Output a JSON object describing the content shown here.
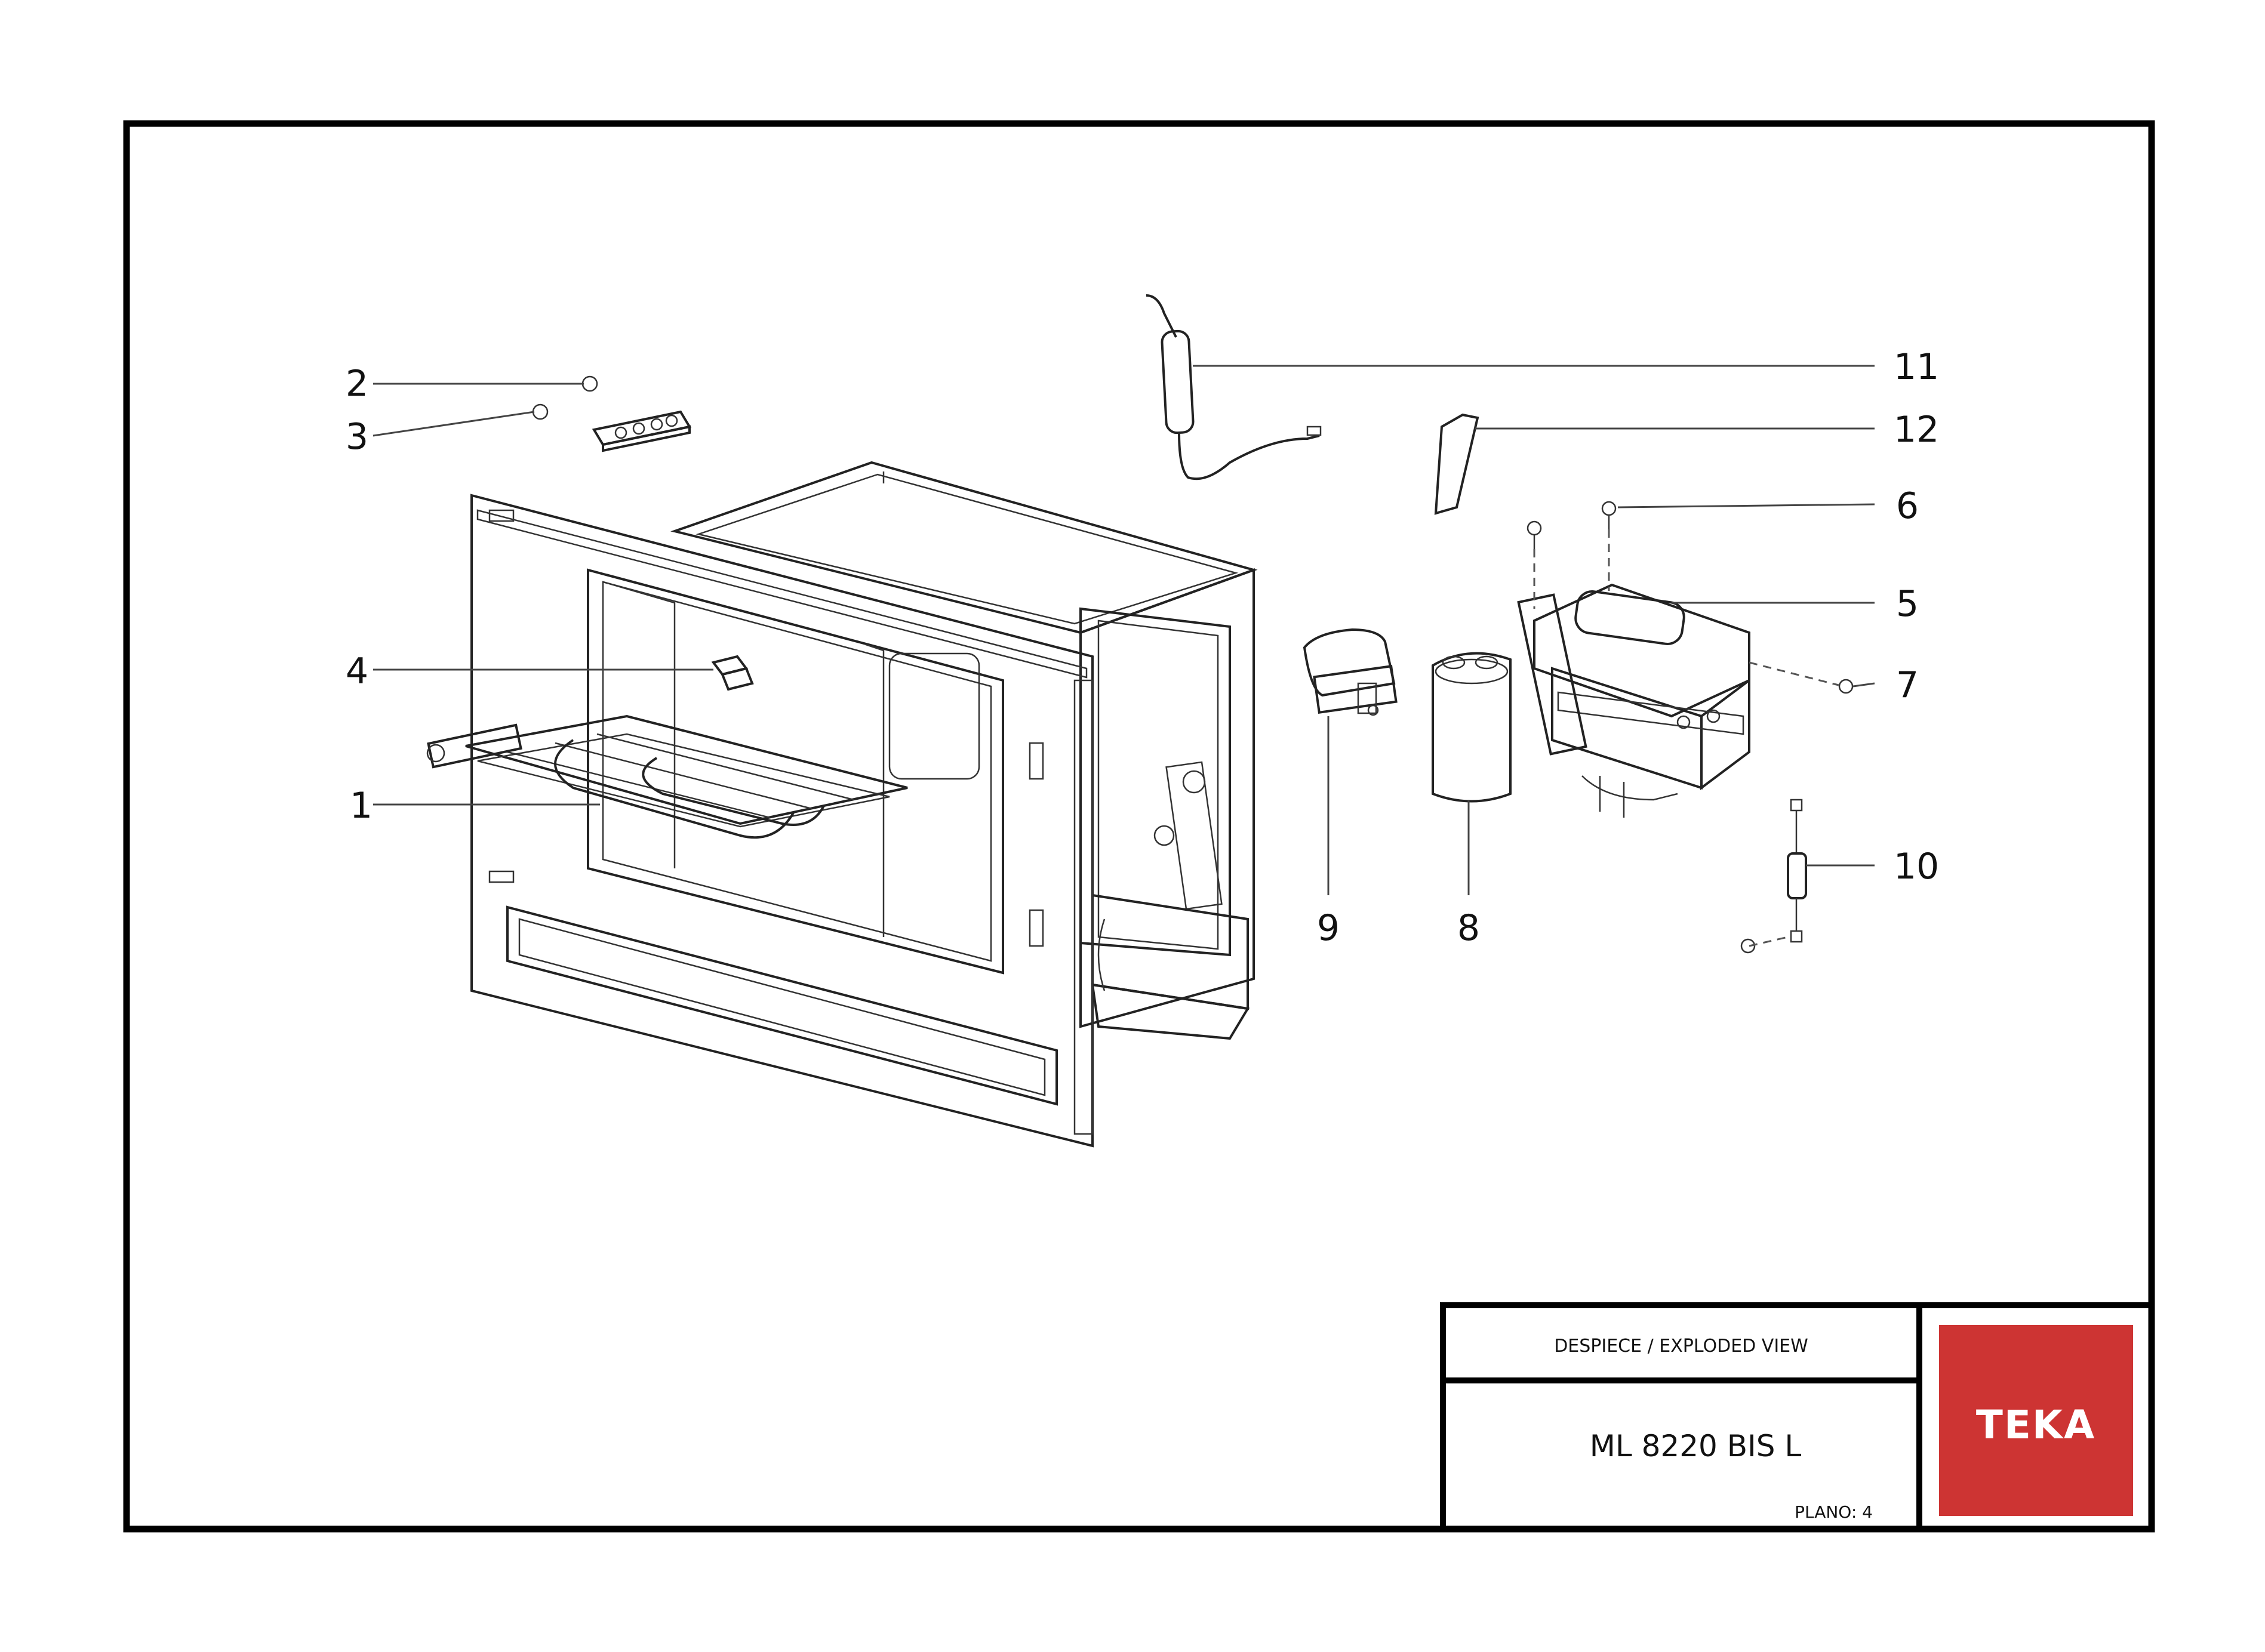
{
  "callouts": [
    {
      "id": "1",
      "label": "1"
    },
    {
      "id": "2",
      "label": "2"
    },
    {
      "id": "3",
      "label": "3"
    },
    {
      "id": "4",
      "label": "4"
    },
    {
      "id": "5",
      "label": "5"
    },
    {
      "id": "6",
      "label": "6"
    },
    {
      "id": "7",
      "label": "7"
    },
    {
      "id": "8",
      "label": "8"
    },
    {
      "id": "9",
      "label": "9"
    },
    {
      "id": "10",
      "label": "10"
    },
    {
      "id": "11",
      "label": "11"
    },
    {
      "id": "12",
      "label": "12"
    }
  ],
  "title_block": {
    "heading": "DESPIECE / EXPLODED VIEW",
    "model": "ML 8220 BIS L",
    "plano": "PLANO: 4"
  },
  "logo": {
    "text": "TEKA",
    "background_color": "#cd3433",
    "text_color": "#ffffff"
  },
  "colors": {
    "frame": "#000000",
    "line": "#222222"
  }
}
